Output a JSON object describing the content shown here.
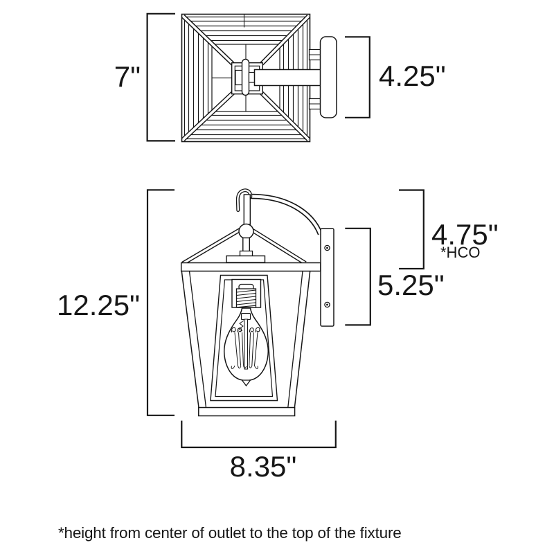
{
  "diagram_title": "wall lantern dimension drawing",
  "colors": {
    "line": "#161616",
    "background": "#ffffff"
  },
  "dimensions": {
    "top_view": {
      "height": "7\"",
      "depth": "4.25\""
    },
    "side_view": {
      "overall_height": "12.25\"",
      "outlet_to_top": "4.75\"",
      "outlet_note": "*HCO",
      "backplate_height": "5.25\"",
      "projection": "8.35\""
    }
  },
  "footnote": "*height from center of outlet to the top of the fixture"
}
